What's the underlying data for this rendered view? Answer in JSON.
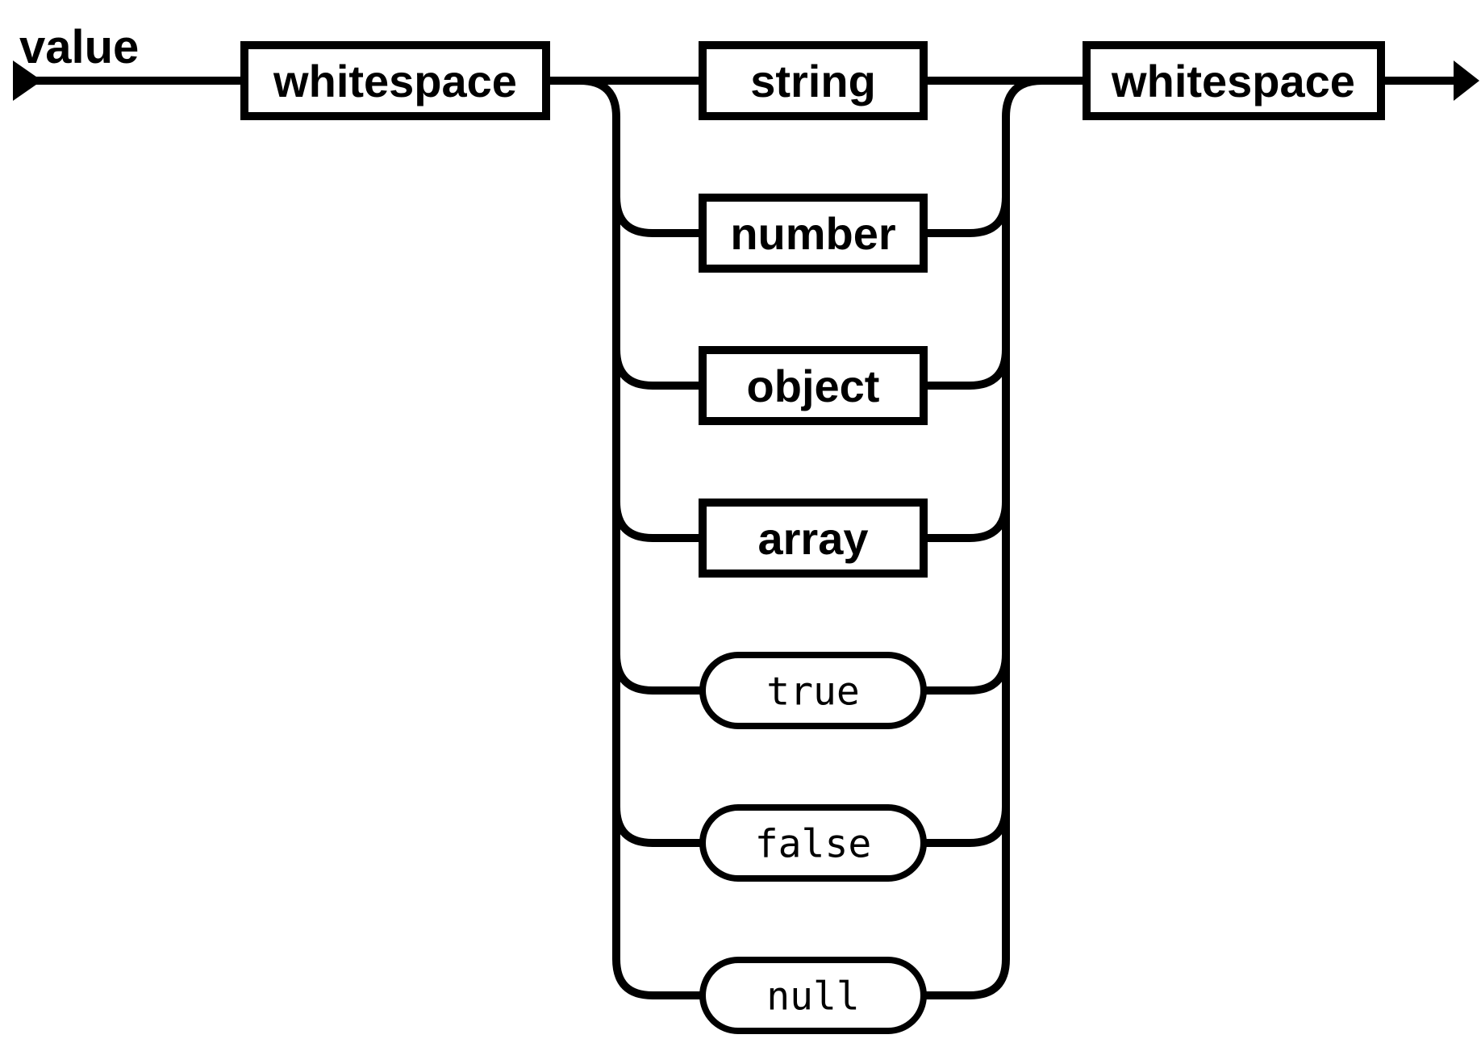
{
  "diagram": {
    "title": "value",
    "colors": {
      "line": "#000000",
      "background": "#ffffff",
      "node_fill": "#ffffff"
    },
    "start_marker": "arrow-right",
    "end_marker": "arrow-right",
    "whitespace_before": {
      "label": "whitespace",
      "kind": "non-terminal"
    },
    "choices": [
      {
        "label": "string",
        "kind": "non-terminal"
      },
      {
        "label": "number",
        "kind": "non-terminal"
      },
      {
        "label": "object",
        "kind": "non-terminal"
      },
      {
        "label": "array",
        "kind": "non-terminal"
      },
      {
        "label": "true",
        "kind": "terminal"
      },
      {
        "label": "false",
        "kind": "terminal"
      },
      {
        "label": "null",
        "kind": "terminal"
      }
    ],
    "whitespace_after": {
      "label": "whitespace",
      "kind": "non-terminal"
    }
  }
}
